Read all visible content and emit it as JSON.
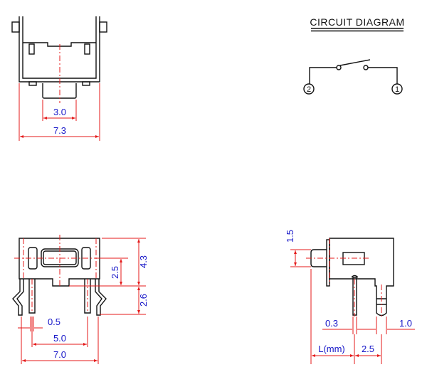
{
  "circuit": {
    "title": "CIRCUIT DIAGRAM",
    "terminal_left": "2",
    "terminal_right": "1"
  },
  "top_view": {
    "dim_inner": "3.0",
    "dim_outer": "7.3"
  },
  "front_view": {
    "dim_height_total": "4.3",
    "dim_center": "2.5",
    "dim_pin_length": "2.6",
    "dim_pin_width": "0.5",
    "dim_pin_pitch": "5.0",
    "dim_width": "7.0"
  },
  "side_view": {
    "dim_button": "1.5",
    "dim_pin_thickness": "0.3",
    "dim_pin2": "1.0",
    "dim_l": "L(mm)",
    "dim_pitch": "2.5"
  }
}
